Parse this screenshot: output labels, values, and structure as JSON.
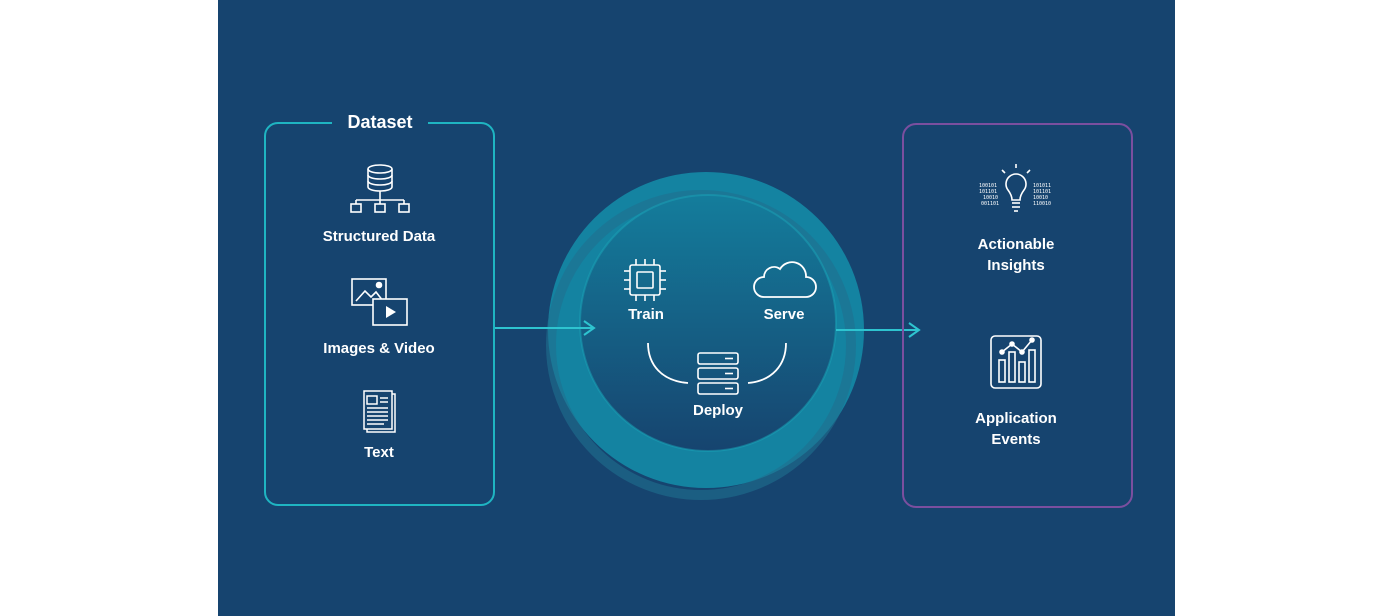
{
  "dataset": {
    "title": "Dataset",
    "items": [
      {
        "label": "Structured Data",
        "icon": "database-icon"
      },
      {
        "label": "Images & Video",
        "icon": "images-video-icon"
      },
      {
        "label": "Text",
        "icon": "document-icon"
      }
    ]
  },
  "cycle": {
    "train_label": "Train",
    "serve_label": "Serve",
    "deploy_label": "Deploy"
  },
  "outputs": {
    "items": [
      {
        "label_line1": "Actionable",
        "label_line2": "Insights",
        "icon": "lightbulb-binary-icon"
      },
      {
        "label_line1": "Application",
        "label_line2": "Events",
        "icon": "analytics-chart-icon"
      }
    ]
  },
  "colors": {
    "background": "#16446f",
    "dataset_border": "#1fb5c2",
    "outputs_border": "#7b4f9f",
    "ring": "#148fa6",
    "arrow": "#2ec4d0"
  }
}
